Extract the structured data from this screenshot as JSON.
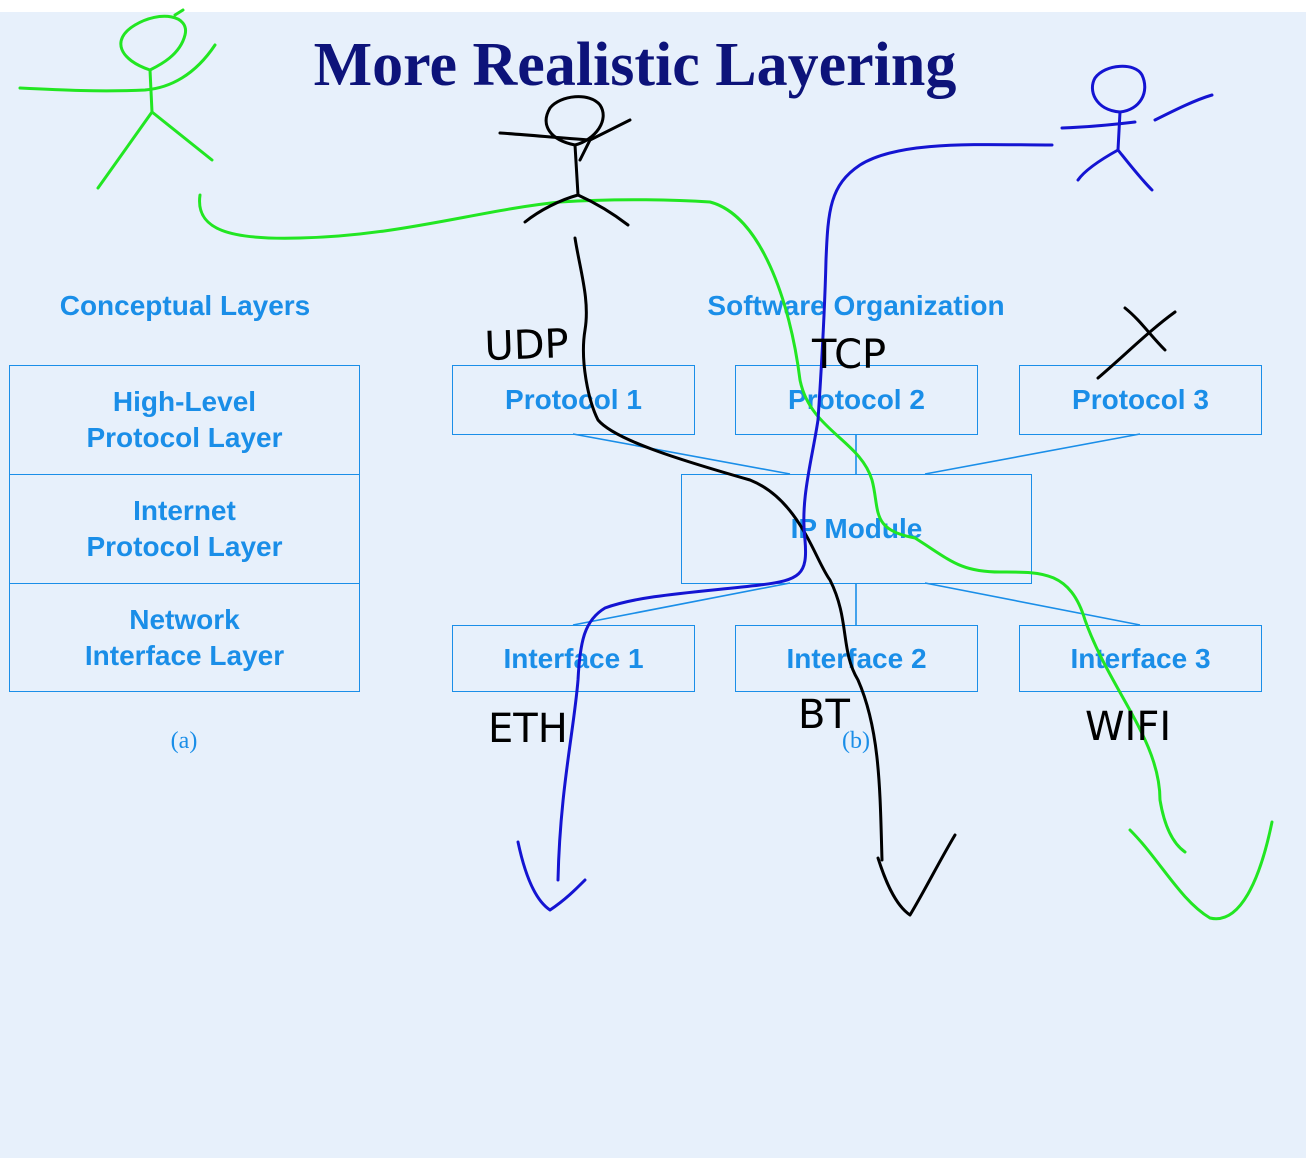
{
  "title": "More Realistic Layering",
  "conceptual": {
    "heading": "Conceptual Layers",
    "layers": [
      {
        "line1": "High-Level",
        "line2": "Protocol Layer"
      },
      {
        "line1": "Internet",
        "line2": "Protocol Layer"
      },
      {
        "line1": "Network",
        "line2": "Interface Layer"
      }
    ],
    "caption": "(a)"
  },
  "software": {
    "heading": "Software Organization",
    "protocols": [
      "Protocol 1",
      "Protocol 2",
      "Protocol 3"
    ],
    "module": "IP Module",
    "interfaces": [
      "Interface 1",
      "Interface 2",
      "Interface 3"
    ],
    "caption": "(b)"
  },
  "handwriting": {
    "udp": "UDP",
    "tcp": "TCP",
    "eth": "ETH",
    "bt": "BT",
    "wifi": "WIFI",
    "ink_colors": {
      "green": "#22e622",
      "blue": "#1414d2",
      "black": "#000000"
    }
  },
  "colors": {
    "background": "#e7f0fb",
    "title": "#0d137a",
    "diagram": "#1a8ee8"
  }
}
